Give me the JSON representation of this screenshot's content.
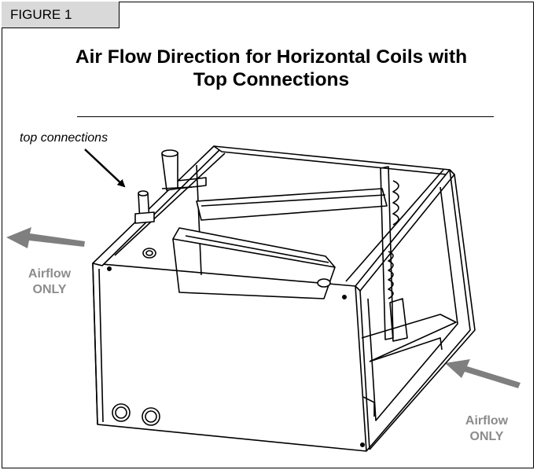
{
  "figure_label": "FIGURE 1",
  "title_line1": "Air Flow Direction for Horizontal Coils with",
  "title_line2": "Top Connections",
  "callout_top_connections": "top connections",
  "airflow_left": {
    "line1": "Airflow",
    "line2": "ONLY"
  },
  "airflow_right": {
    "line1": "Airflow",
    "line2": "ONLY"
  },
  "colors": {
    "line": "#000000",
    "arrow": "#7f7f7f",
    "label_box": "#d9d9d9",
    "airflow_text": "#8c8c8c"
  }
}
